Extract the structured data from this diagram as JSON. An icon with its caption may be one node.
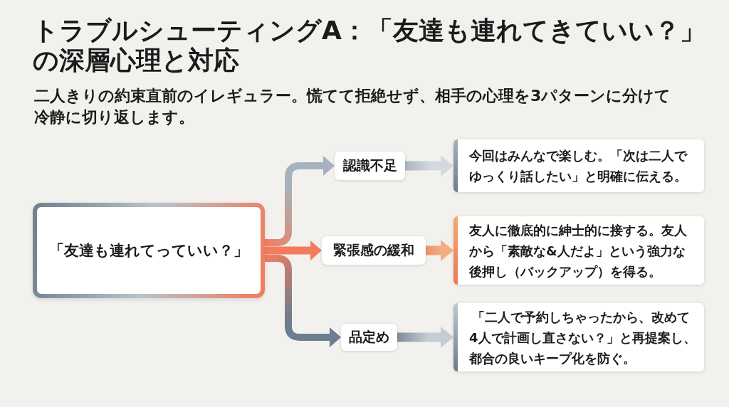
{
  "diagram": {
    "title": "トラブルシューティングA：「友達も連れてきていい？」の深層心理と対応",
    "nodes": [
      {
        "text": [
          "「友達も連れてっていい？」"
        ]
      },
      {
        "text": [
          "認識不足"
        ]
      },
      {
        "text": [
          "緊張感の緩和"
        ]
      },
      {
        "text": [
          "品定め"
        ]
      },
      {
        "text": [
          "今回はみんなで楽しむ。「次は二人でゆっくり話したい」と明確に伝える。"
        ]
      },
      {
        "text": [
          "友人に徹底的に紳士的に接する。友人から「素敵な&人だよ」という強力な後押し（バックアップ）を得る。"
        ]
      },
      {
        "text": [
          "「二人で予約しちゃったから、改めて4人で計画し直さない？」と再提案し、都合の良いキープ化を防ぐ。"
        ]
      }
    ],
    "edges": [
      {
        "from": 0,
        "to": 1,
        "arrow": "to",
        "color": "#a6b2bd"
      },
      {
        "from": 0,
        "to": 2,
        "arrow": "to",
        "color": "#f27c5c"
      },
      {
        "from": 0,
        "to": 3,
        "arrow": "to",
        "color": "#6b7d8e"
      },
      {
        "from": 1,
        "to": 4,
        "arrow": "to",
        "color": "#d3d9de"
      },
      {
        "from": 2,
        "to": 5,
        "arrow": "to",
        "color": "#f4ad80"
      },
      {
        "from": 3,
        "to": 6,
        "arrow": "to",
        "color": "#c5cdd4"
      }
    ],
    "labels": [
      "二人きりの約束直前のイレギュラー。慌てて拒絶せず、相手の心理を3パターンに分けて冷静に切り返します。"
    ]
  }
}
